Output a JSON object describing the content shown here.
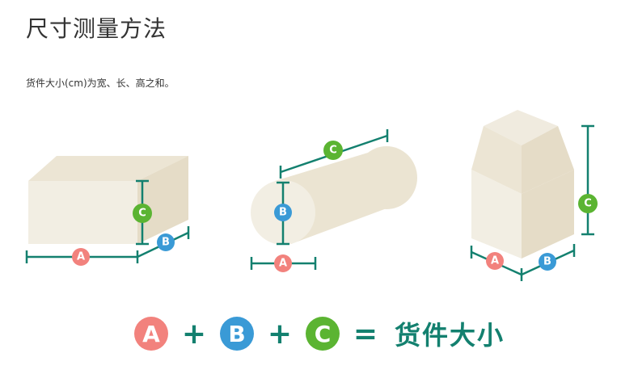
{
  "title": "尺寸测量方法",
  "description": "货件大小(cm)为宽、长、高之和。",
  "labels": {
    "a": "A",
    "b": "B",
    "c": "C"
  },
  "formula": {
    "plus": "+",
    "equals": "=",
    "result": "货件大小"
  },
  "colors": {
    "a": "#f2827d",
    "b": "#3a9ad6",
    "c": "#5bb432",
    "line": "#13806f",
    "box": "#f2eee3",
    "side": "#e5dcc7"
  }
}
